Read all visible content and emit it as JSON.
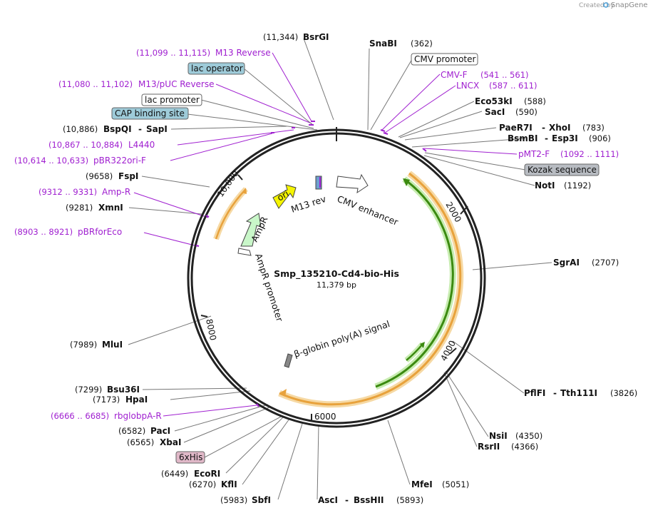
{
  "credit": "Created by",
  "brand": "SnapGene",
  "title": "Smp_135210-Cd4-bio-His",
  "length": "11,379 bp",
  "sites": [
    {
      "name": "BsrGI",
      "pos": "(11,344)"
    },
    {
      "name": "SnaBI",
      "pos": "(362)"
    },
    {
      "name": "Eco53kI",
      "pos": "(588)"
    },
    {
      "name": "SacI",
      "pos": "(590)"
    },
    {
      "name": "PaeR7I",
      "name2": "XhoI",
      "pos": "(783)"
    },
    {
      "name": "BsmBI",
      "name2": "Esp3I",
      "pos": "(906)"
    },
    {
      "name": "NotI",
      "pos": "(1192)"
    },
    {
      "name": "SgrAI",
      "pos": "(2707)"
    },
    {
      "name": "PflFI",
      "name2": "Tth111I",
      "pos": "(3826)"
    },
    {
      "name": "NsiI",
      "pos": "(4350)"
    },
    {
      "name": "RsrII",
      "pos": "(4366)"
    },
    {
      "name": "MfeI",
      "pos": "(5051)"
    },
    {
      "name": "AscI",
      "name2": "BssHII",
      "pos": "(5893)"
    },
    {
      "name": "SbfI",
      "pos": "(5983)"
    },
    {
      "name": "KflI",
      "pos": "(6270)"
    },
    {
      "name": "EcoRI",
      "pos": "(6449)"
    },
    {
      "name": "XbaI",
      "pos": "(6565)"
    },
    {
      "name": "PacI",
      "pos": "(6582)"
    },
    {
      "name": "HpaI",
      "pos": "(7173)"
    },
    {
      "name": "Bsu36I",
      "pos": "(7299)"
    },
    {
      "name": "MluI",
      "pos": "(7989)"
    },
    {
      "name": "XmnI",
      "pos": "(9281)"
    },
    {
      "name": "FspI",
      "pos": "(9658)"
    },
    {
      "name": "BspQI",
      "name2": "SapI",
      "pos": "(10,886)"
    }
  ],
  "primers": [
    {
      "name": "M13 Reverse",
      "pos": "(11,099 .. 11,115)"
    },
    {
      "name": "M13/pUC Reverse",
      "pos": "(11,080 .. 11,102)"
    },
    {
      "name": "L4440",
      "pos": "(10,867 .. 10,884)"
    },
    {
      "name": "pBR322ori-F",
      "pos": "(10,614 .. 10,633)"
    },
    {
      "name": "Amp-R",
      "pos": "(9312 .. 9331)"
    },
    {
      "name": "pBRforEco",
      "pos": "(8903 .. 8921)"
    },
    {
      "name": "rbglobpA-R",
      "pos": "(6666 .. 6685)"
    },
    {
      "name": "CMV-F",
      "pos": "(541 .. 561)"
    },
    {
      "name": "LNCX",
      "pos": "(587 .. 611)"
    },
    {
      "name": "pMT2-F",
      "pos": "(1092 .. 1111)"
    }
  ],
  "boxed": [
    {
      "label": "lac operator",
      "color": "#9ecbd9"
    },
    {
      "label": "lac promoter",
      "color": "#ffffff"
    },
    {
      "label": "CAP binding site",
      "color": "#9ecbd9"
    },
    {
      "label": "CMV promoter",
      "color": "#ffffff"
    },
    {
      "label": "Kozak sequence",
      "color": "#b8bcc2"
    },
    {
      "label": "6xHis",
      "color": "#e0b8c8"
    }
  ],
  "inner": {
    "ori": "ori",
    "m13rev": "M13 rev",
    "cmv_enhancer": "CMV enhancer",
    "ampr": "AmpR",
    "ampr_promoter": "AmpR promoter",
    "globin": "β-globin poly(A) signal"
  },
  "ticks": [
    "2000",
    "4000",
    "6000",
    "8000",
    "10,000"
  ],
  "colors": {
    "primer": "#a020d0",
    "orf": "#e8a23c",
    "cds": "#5aaa1c",
    "ori": "#f5f500",
    "ampr": "#c9f7c9",
    "backbone": "#222222"
  }
}
